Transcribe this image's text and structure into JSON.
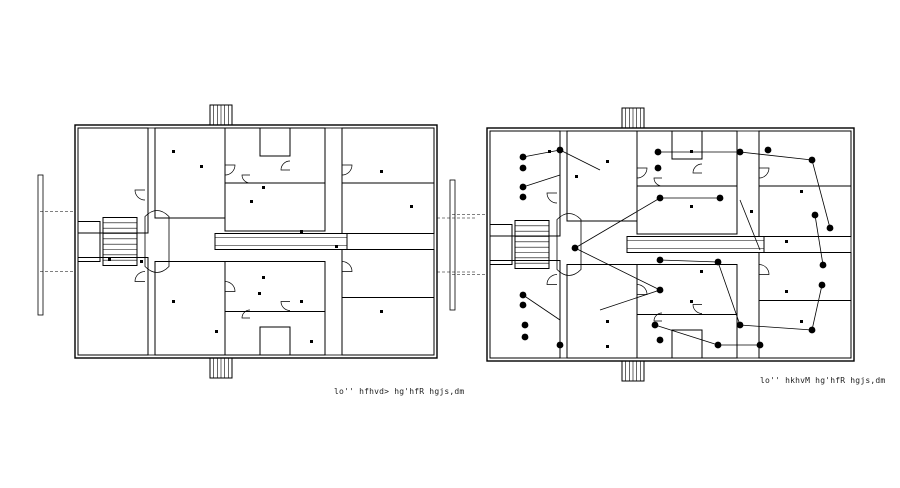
{
  "plans": [
    {
      "id": "ground-floor",
      "caption": "lo'' hfhvd> hg'hfR hgjs,dm"
    },
    {
      "id": "electrical-floor",
      "caption": "lo'' hkhvM hg'hfR hgjs,dm"
    }
  ],
  "colors": {
    "line": "#000000",
    "background": "#ffffff"
  }
}
